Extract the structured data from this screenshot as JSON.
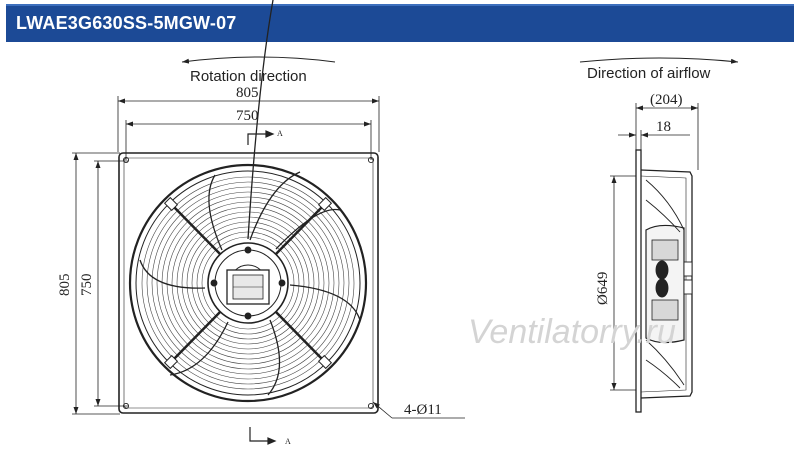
{
  "header": {
    "title": "LWAE3G630SS-5MGW-07"
  },
  "labels": {
    "rotation": "Rotation direction",
    "airflow": "Direction of airflow",
    "section_mark": "A",
    "watermark": "Ventilatorry.ru"
  },
  "dimensions": {
    "outer_width": "805",
    "inner_width": "750",
    "outer_height": "805",
    "inner_height": "750",
    "depth": "(204)",
    "flange": "18",
    "diameter": "Ø649",
    "holes": "4-Ø11"
  },
  "colors": {
    "header_bg": "#1c4a96",
    "header_text": "#ffffff",
    "line": "#222222"
  }
}
